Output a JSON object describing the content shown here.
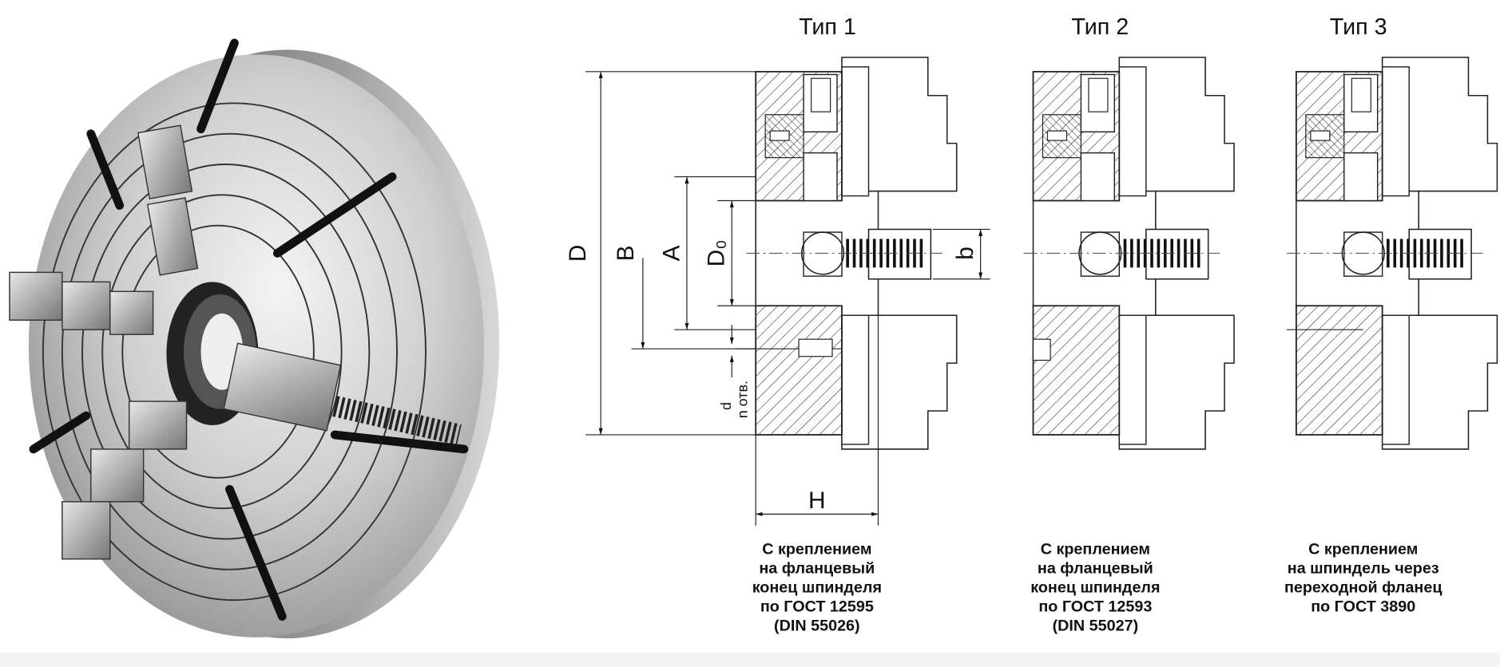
{
  "types": [
    {
      "title": "Тип 1",
      "caption": [
        "С креплением",
        "на фланцевый",
        "конец шпинделя",
        "по ГОСТ 12595",
        "(DIN 55026)"
      ]
    },
    {
      "title": "Тип 2",
      "caption": [
        "С креплением",
        "на фланцевый",
        "конец шпинделя",
        "по ГОСТ 12593",
        "(DIN 55027)"
      ]
    },
    {
      "title": "Тип 3",
      "caption": [
        "С креплением",
        "на шпиндель через",
        "переходной фланец",
        "по ГОСТ 3890"
      ]
    }
  ],
  "dimensions": {
    "D": "D",
    "B": "B",
    "A": "A",
    "D0": "D₀",
    "b": "b",
    "H": "H",
    "d": "d",
    "n_holes": "n отв."
  }
}
